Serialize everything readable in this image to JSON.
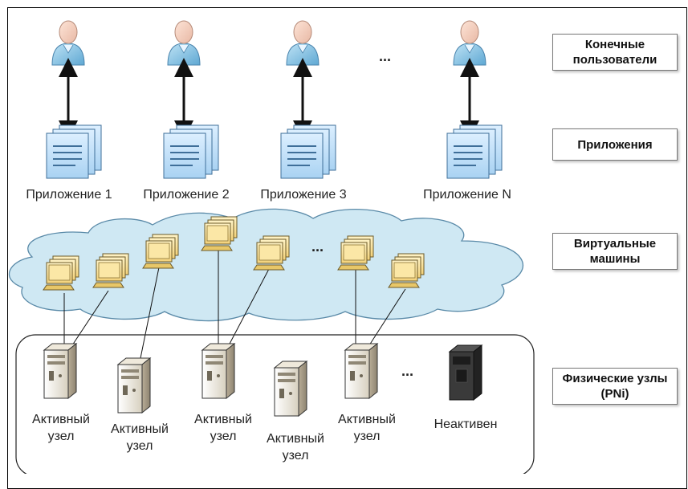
{
  "layers": {
    "users": "Конечные пользователи",
    "apps": "Приложения",
    "vms": "Виртуальные машины",
    "nodes": "Физические узлы (PNi)"
  },
  "apps": [
    "Приложение 1",
    "Приложение 2",
    "Приложение 3",
    "Приложение N"
  ],
  "nodes": [
    "Активный узел",
    "Активный узел",
    "Активный узел",
    "Активный узел",
    "Активный узел",
    "Неактивен"
  ],
  "ellipsis": "..."
}
